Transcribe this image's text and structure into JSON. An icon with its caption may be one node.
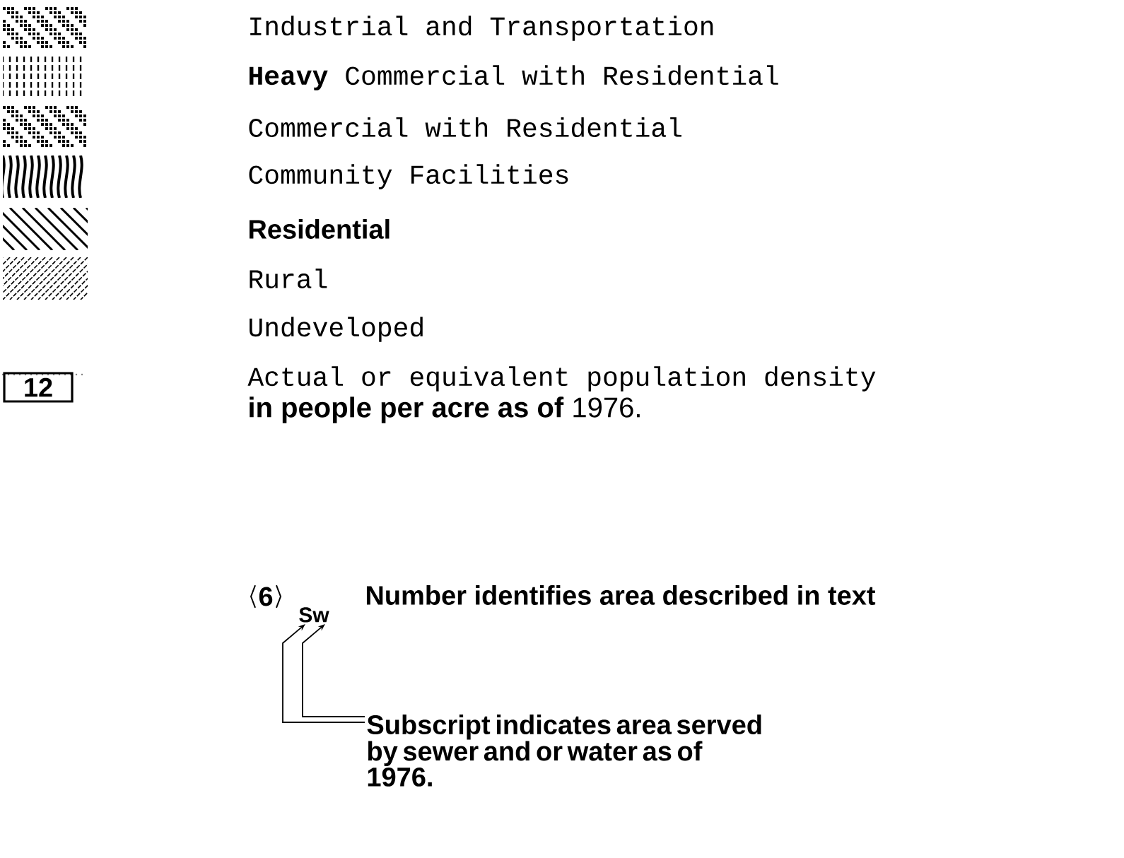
{
  "diagram": {
    "nodes": [
      {
        "text": [
          "12"
        ]
      },
      {
        "text": [
          "6"
        ]
      },
      {
        "text": [
          "Sw"
        ]
      },
      {
        "text": [
          "Subscript indicates area served by sewer and or water as of 1976."
        ]
      }
    ],
    "edges": [
      {
        "from": 3,
        "to": 2,
        "arrow": "to"
      },
      {
        "from": 3,
        "to": 2,
        "arrow": "to"
      }
    ],
    "labels": [
      "Actual or equivalent population density",
      "**in people per acre as of** 1976.",
      "Number identifies area described in text"
    ],
    "legend": [
      {
        "text": "Industrial and Transportation"
      },
      {
        "text": "**Heavy** Commercial with Residential"
      },
      {
        "text": "Commercial with Residential"
      },
      {
        "text": "Community Facilities"
      },
      {
        "text": "Residential"
      },
      {
        "text": "Rural"
      },
      {
        "text": "Undeveloped"
      }
    ]
  }
}
